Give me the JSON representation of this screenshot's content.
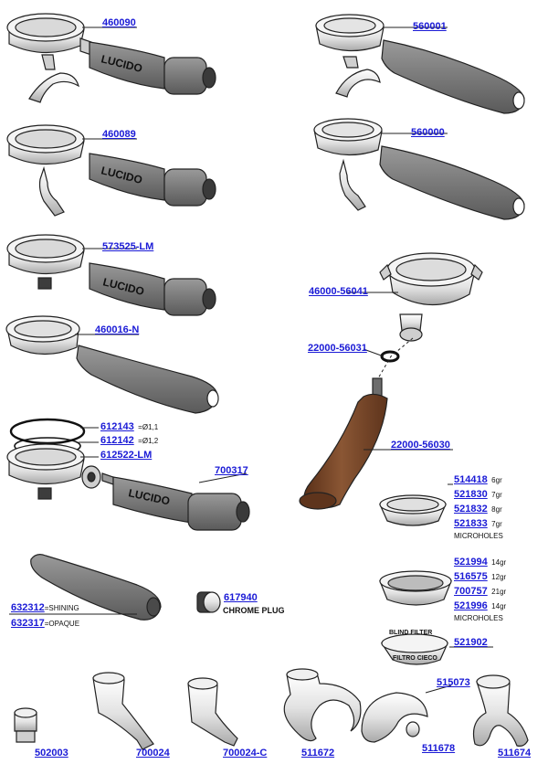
{
  "colors": {
    "link_blue": "#1a1ad6",
    "grip_gray": "#7d7d7d",
    "wood_brown": "#7a4a2c",
    "line": "#222222"
  },
  "handle_text": "LUCIDO",
  "blind_filter": {
    "top_text": "BLIND FILTER",
    "bottom_text": "FILTRO CIECO"
  },
  "parts": {
    "p460090": "460090",
    "p560001": "560001",
    "p460089": "460089",
    "p560000": "560000",
    "p573525": "573525-LM",
    "p46000_56041": "46000-56041",
    "p460016": "460016-N",
    "p22000_56031": "22000-56031",
    "p612143": "612143",
    "p612143_note": "=Ø1,1",
    "p612142": "612142",
    "p612142_note": "=Ø1,2",
    "p612522": "612522-LM",
    "p700317": "700317",
    "p22000_56030": "22000-56030",
    "p632312": "632312",
    "p632312_note": "=SHINING",
    "p632317": "632317",
    "p632317_note": "=OPAQUE",
    "p617940": "617940",
    "chrome_plug": "CHROME PLUG",
    "p521902": "521902",
    "p515073": "515073",
    "p511678": "511678",
    "p502003": "502003",
    "p700024": "700024",
    "p700024c": "700024-C",
    "p511672": "511672",
    "p511674": "511674"
  },
  "filters_single": [
    {
      "code": "514418",
      "weight": "6gr"
    },
    {
      "code": "521830",
      "weight": "7gr"
    },
    {
      "code": "521832",
      "weight": "8gr"
    },
    {
      "code": "521833",
      "weight": "7gr"
    }
  ],
  "filters_single_note": "MICROHOLES",
  "filters_double": [
    {
      "code": "521994",
      "weight": "14gr"
    },
    {
      "code": "516575",
      "weight": "12gr"
    },
    {
      "code": "700757",
      "weight": "21gr"
    },
    {
      "code": "521996",
      "weight": "14gr"
    }
  ],
  "filters_double_note": "MICROHOLES"
}
